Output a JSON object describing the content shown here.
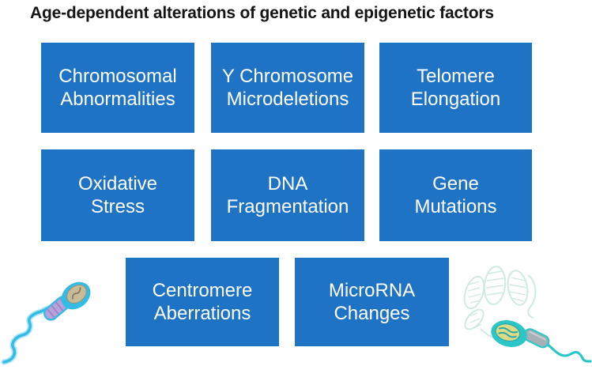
{
  "title": "Age-dependent alterations of genetic and epigenetic factors",
  "boxes": [
    {
      "line1": "Chromosomal",
      "line2": "Abnormalities"
    },
    {
      "line1": "Y Chromosome",
      "line2": "Microdeletions"
    },
    {
      "line1": "Telomere",
      "line2": "Elongation"
    },
    {
      "line1": "Oxidative",
      "line2": "Stress"
    },
    {
      "line1": "DNA",
      "line2": "Fragmentation"
    },
    {
      "line1": "Gene",
      "line2": "Mutations"
    },
    {
      "line1": "Centromere",
      "line2": "Aberrations"
    },
    {
      "line1": "MicroRNA",
      "line2": "Changes"
    }
  ],
  "colors": {
    "box_fill": "#1E73C4",
    "box_text": "#FFFFFF",
    "title_text": "#141414",
    "sperm_left_cyan": "#35BCE4",
    "sperm_left_head_fill": "#C9BA98",
    "sperm_left_midpiece": "#B7A2DC",
    "sperm_right_teal": "#2CC6C8",
    "sperm_right_head_fill": "#DED983",
    "sperm_right_midpiece": "#A7B0B4",
    "dna_helix_pale": "#CFE9E3"
  },
  "icons": [
    "sperm-cell-left-icon",
    "dna-helix-icon",
    "sperm-cell-right-icon"
  ]
}
